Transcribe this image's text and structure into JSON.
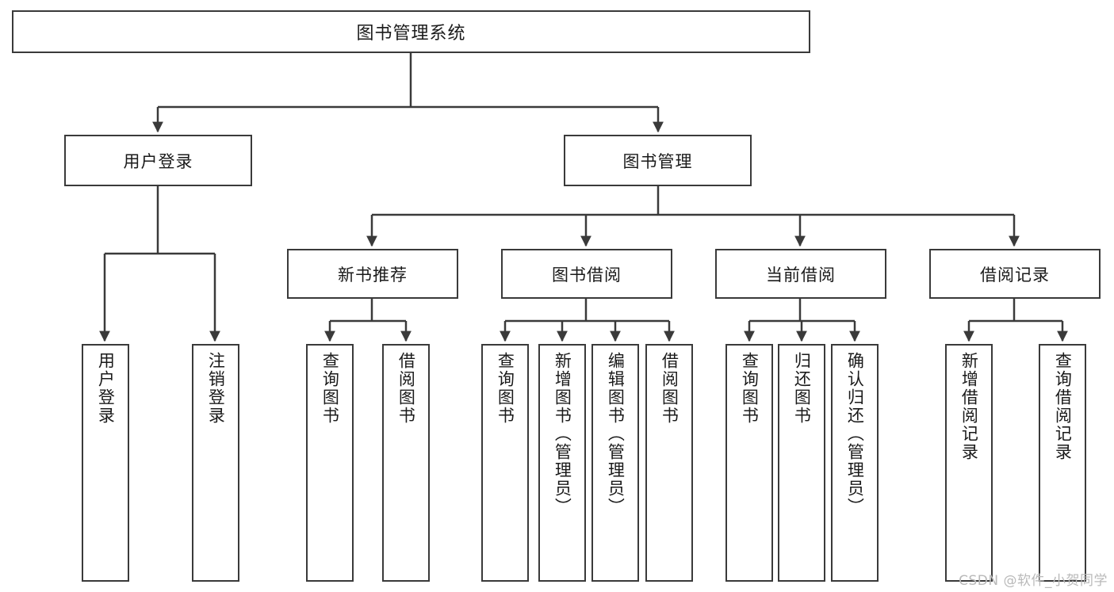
{
  "diagram": {
    "title": "图书管理系统",
    "type": "功能结构图",
    "watermark": "CSDN @软件_小贺同学",
    "colors": {
      "box_border": "#3a3a3a",
      "edge": "#3a3a3a",
      "background": "#ffffff",
      "text": "#1a1a1a",
      "watermark": "#b9b9b9"
    },
    "nodes": {
      "root": {
        "label": "图书管理系统"
      },
      "level2": [
        {
          "id": "user-login",
          "label": "用户登录"
        },
        {
          "id": "book-management",
          "label": "图书管理"
        }
      ],
      "level3": [
        {
          "id": "new-book-recommend",
          "label": "新书推荐"
        },
        {
          "id": "book-borrow",
          "label": "图书借阅"
        },
        {
          "id": "current-borrow",
          "label": "当前借阅"
        },
        {
          "id": "borrow-record",
          "label": "借阅记录"
        }
      ],
      "leaves": {
        "user_login": [
          {
            "id": "leaf-user-login",
            "label": "用户登录"
          },
          {
            "id": "leaf-logout-login",
            "label": "注销登录"
          }
        ],
        "new_book_recommend": [
          {
            "id": "leaf-query-book-1",
            "label": "查询图书"
          },
          {
            "id": "leaf-borrow-book-1",
            "label": "借阅图书"
          }
        ],
        "book_borrow": [
          {
            "id": "leaf-query-book-2",
            "label": "查询图书"
          },
          {
            "id": "leaf-add-book",
            "label": "新增图书（管理员）"
          },
          {
            "id": "leaf-edit-book",
            "label": "编辑图书（管理员）"
          },
          {
            "id": "leaf-borrow-book-2",
            "label": "借阅图书"
          }
        ],
        "current_borrow": [
          {
            "id": "leaf-query-book-3",
            "label": "查询图书"
          },
          {
            "id": "leaf-return-book",
            "label": "归还图书"
          },
          {
            "id": "leaf-confirm-return",
            "label": "确认归还（管理员）"
          }
        ],
        "borrow_record": [
          {
            "id": "leaf-add-record",
            "label": "新增借阅记录"
          },
          {
            "id": "leaf-query-record",
            "label": "查询借阅记录"
          }
        ]
      }
    }
  }
}
